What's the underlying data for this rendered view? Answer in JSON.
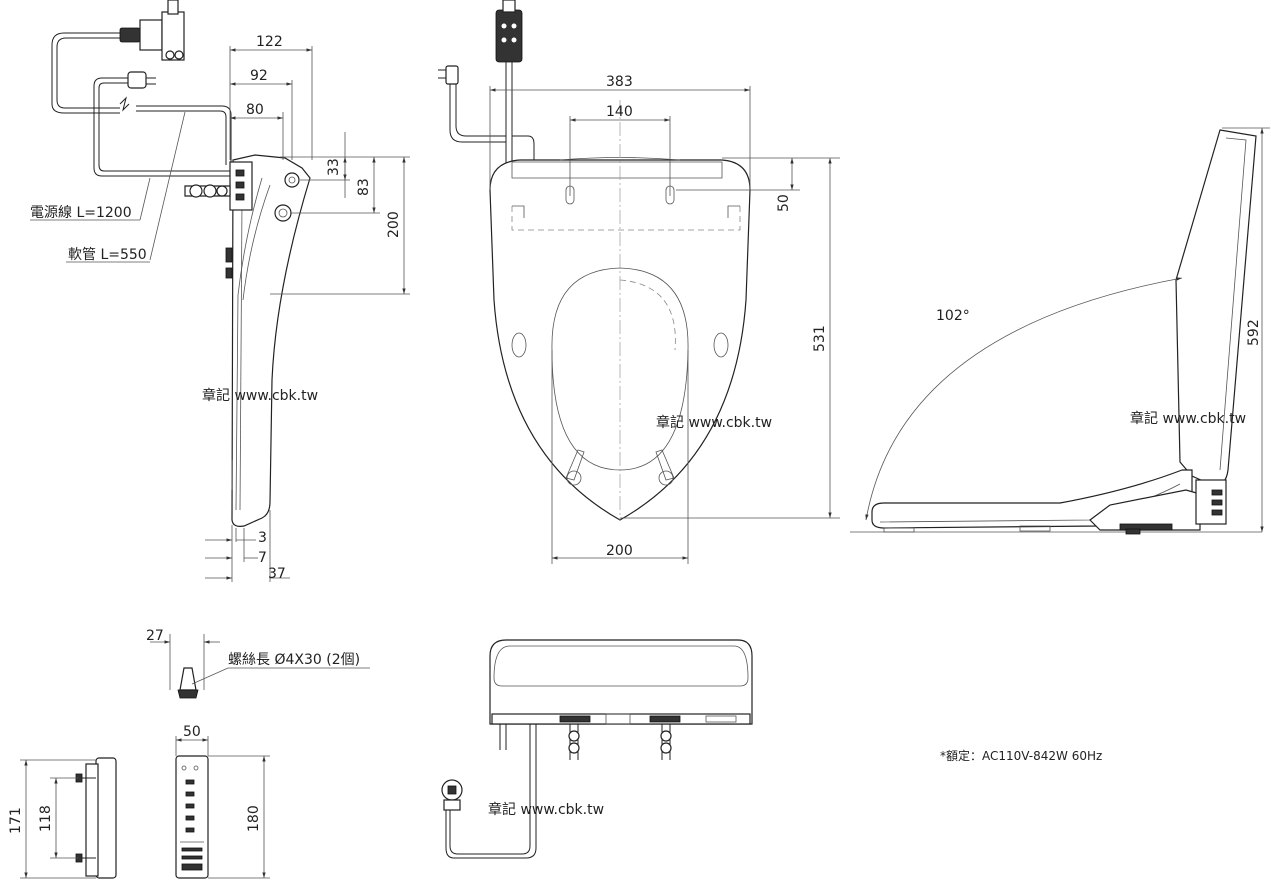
{
  "side_view": {
    "dims": {
      "w122": "122",
      "w92": "92",
      "w80": "80",
      "h33": "33",
      "h83": "83",
      "h200": "200",
      "d3": "3",
      "d7": "7",
      "d37": "37"
    },
    "labels": {
      "power_cord": "電源線 L=1200",
      "hose": "軟管 L=550"
    }
  },
  "top_view": {
    "dims": {
      "w383": "383",
      "w140": "140",
      "h50": "50",
      "h531": "531",
      "w200": "200"
    }
  },
  "profile_view": {
    "dims": {
      "angle": "102°",
      "h592": "592"
    }
  },
  "remote_view": {
    "dims": {
      "d27": "27",
      "w50": "50",
      "h171": "171",
      "h118": "118",
      "h180": "180"
    },
    "labels": {
      "screw": "螺絲長 Ø4X30 (2個)"
    }
  },
  "rating": "*額定：AC110V-842W 60Hz",
  "watermarks": [
    "章記 www.cbk.tw",
    "章記 www.cbk.tw",
    "章記 www.cbk.tw",
    "章記 www.cbk.tw"
  ]
}
